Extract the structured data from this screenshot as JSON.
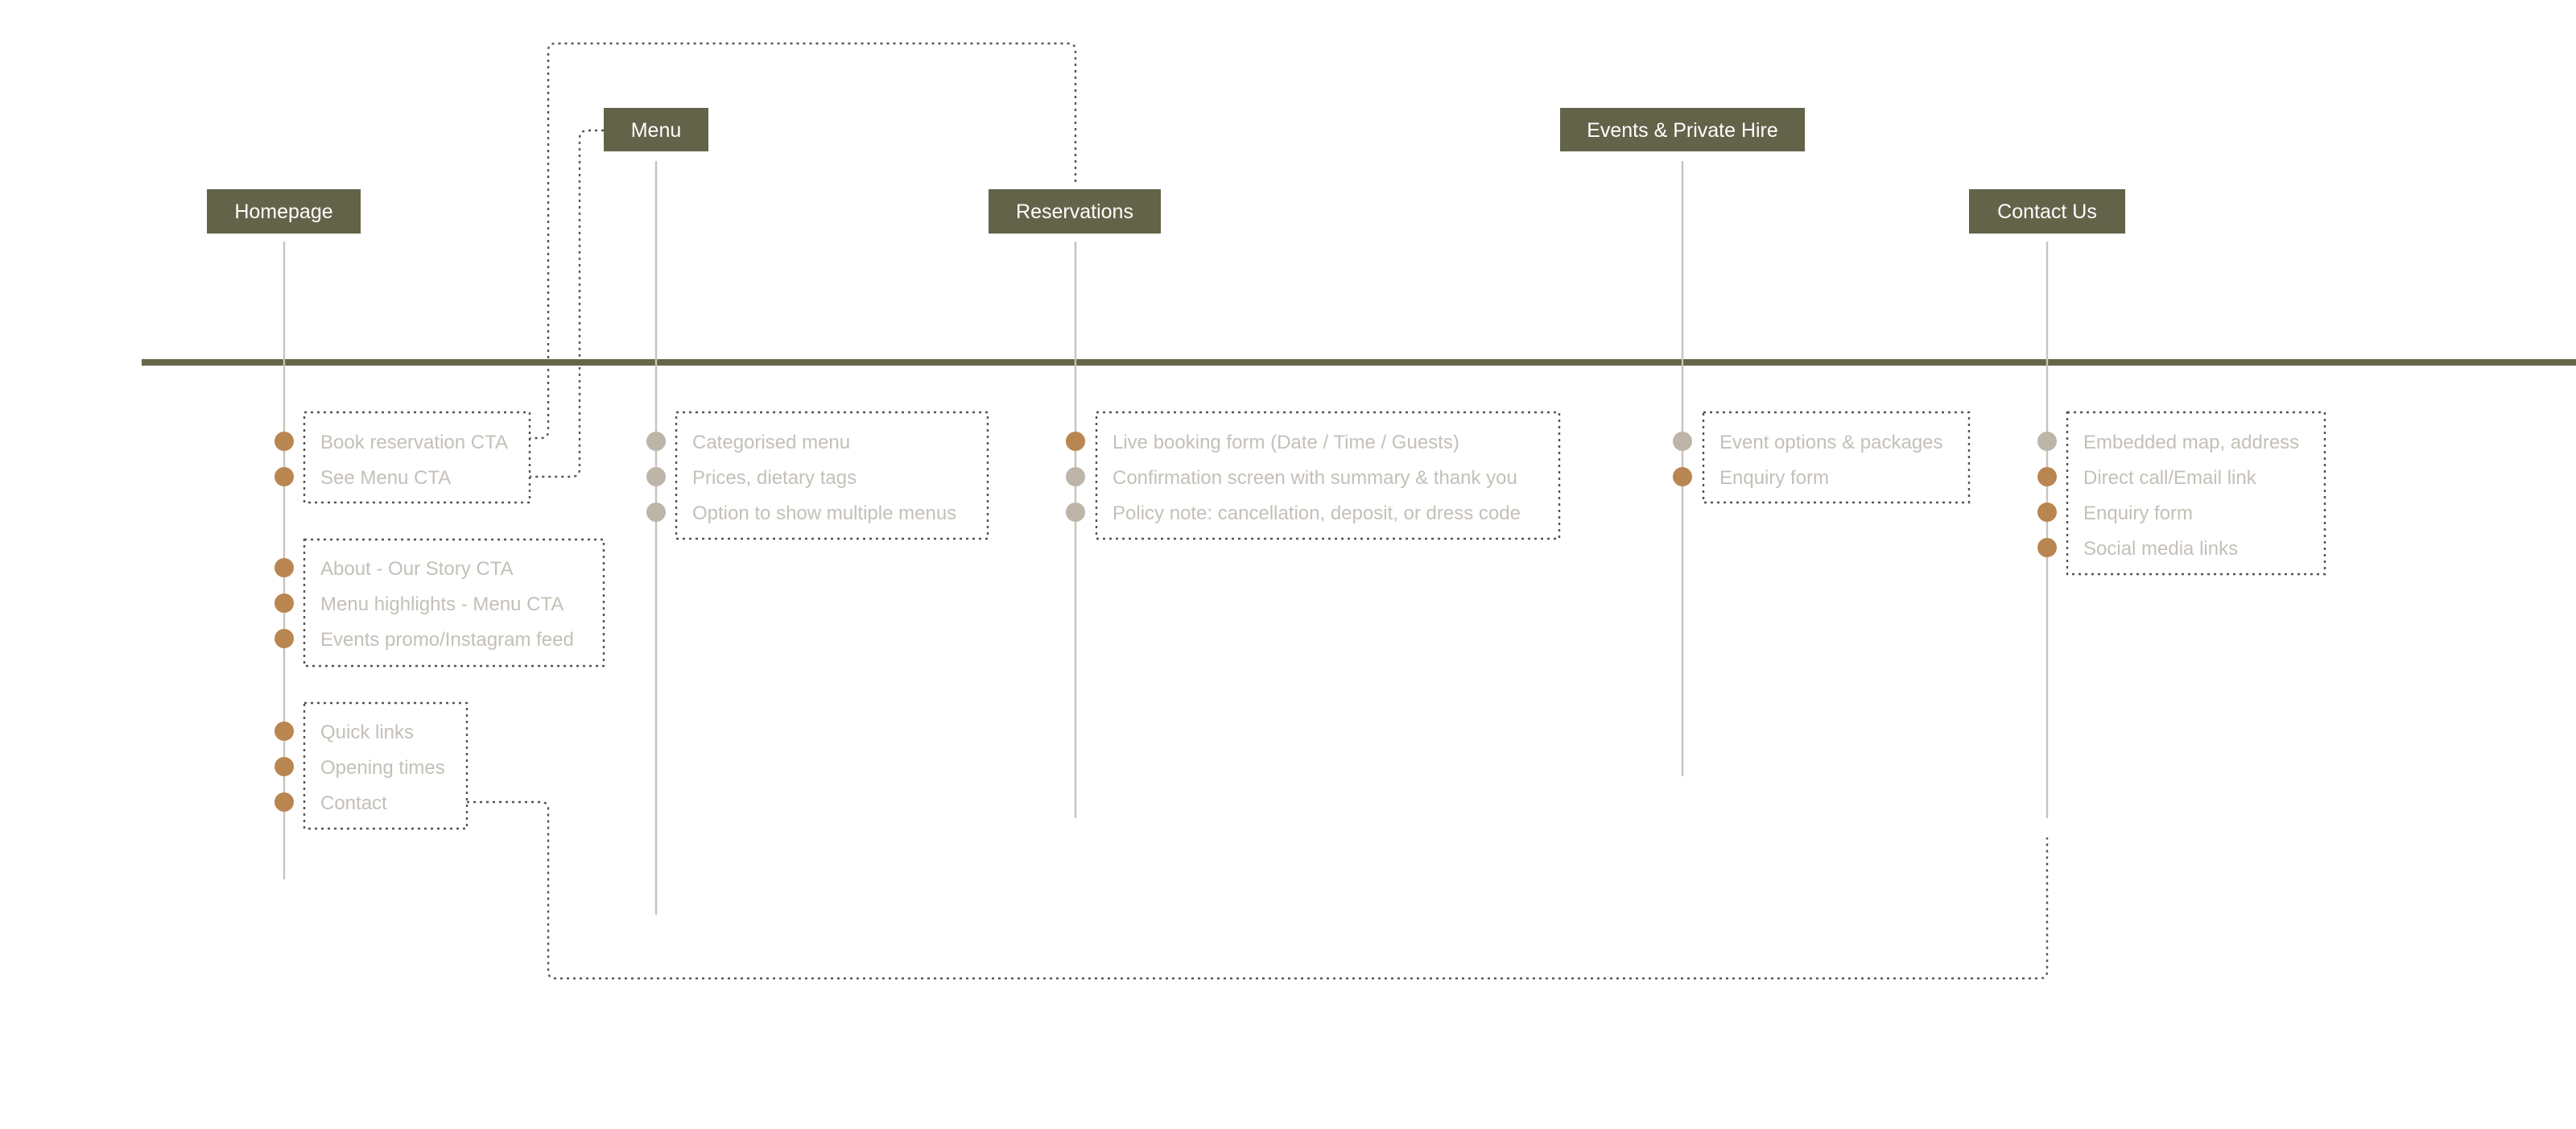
{
  "colors": {
    "page_box": "#636349",
    "main_line": "#666648",
    "stem": "#c8c3bb",
    "item_text": "#c4c0b8",
    "marker_priority": "#b98651",
    "marker_secondary": "#bcb5a8",
    "connector": "#555555"
  },
  "pages": [
    {
      "id": "homepage",
      "label": "Homepage",
      "groups": [
        {
          "items": [
            {
              "label": "Book reservation CTA",
              "priority": true
            },
            {
              "label": "See Menu CTA",
              "priority": true
            }
          ]
        },
        {
          "items": [
            {
              "label": "About - Our Story CTA",
              "priority": true
            },
            {
              "label": "Menu highlights - Menu CTA",
              "priority": true
            },
            {
              "label": "Events promo/Instagram feed",
              "priority": true
            }
          ]
        },
        {
          "items": [
            {
              "label": "Quick links",
              "priority": true
            },
            {
              "label": "Opening times",
              "priority": true
            },
            {
              "label": "Contact",
              "priority": true
            }
          ]
        }
      ]
    },
    {
      "id": "menu",
      "label": "Menu",
      "groups": [
        {
          "items": [
            {
              "label": "Categorised menu",
              "priority": false
            },
            {
              "label": "Prices, dietary tags",
              "priority": false
            },
            {
              "label": "Option to show multiple menus",
              "priority": false
            }
          ]
        }
      ]
    },
    {
      "id": "reservations",
      "label": "Reservations",
      "groups": [
        {
          "items": [
            {
              "label": "Live booking form (Date / Time / Guests)",
              "priority": true
            },
            {
              "label": "Confirmation screen with summary & thank you",
              "priority": false
            },
            {
              "label": "Policy note: cancellation, deposit, or dress code",
              "priority": false
            }
          ]
        }
      ]
    },
    {
      "id": "events",
      "label": "Events & Private Hire",
      "groups": [
        {
          "items": [
            {
              "label": "Event options & packages",
              "priority": false
            },
            {
              "label": "Enquiry form",
              "priority": true
            }
          ]
        }
      ]
    },
    {
      "id": "contact",
      "label": "Contact Us",
      "groups": [
        {
          "items": [
            {
              "label": "Embedded map, address",
              "priority": false
            },
            {
              "label": "Direct call/Email link",
              "priority": true
            },
            {
              "label": "Enquiry form",
              "priority": true
            },
            {
              "label": "Social media links",
              "priority": true
            }
          ]
        }
      ]
    }
  ]
}
